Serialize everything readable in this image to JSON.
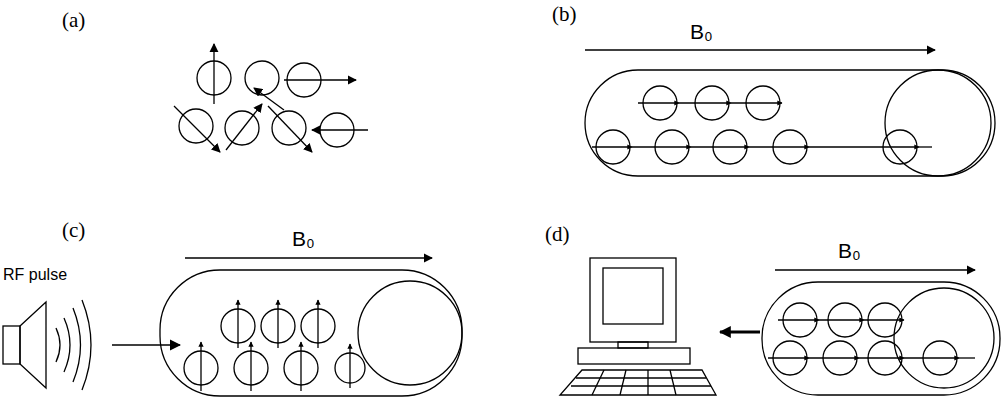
{
  "diagram": {
    "labels": [
      "(a)",
      "(b)",
      "B₀",
      "(c)",
      "RF pulse",
      "B₀",
      "(d)",
      "B₀"
    ]
  }
}
